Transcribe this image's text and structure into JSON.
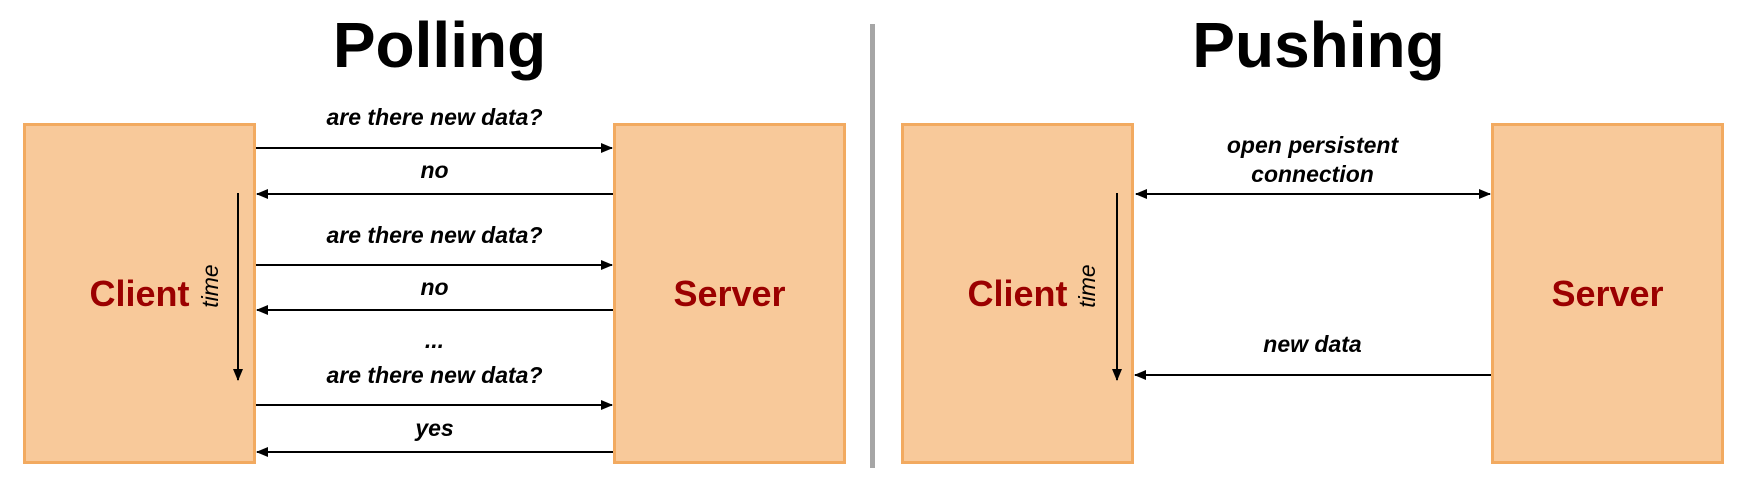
{
  "polling": {
    "title": "Polling",
    "client_label": "Client",
    "server_label": "Server",
    "time_label": "time",
    "messages": {
      "request_1": "are there new data?",
      "response_1": "no",
      "request_2": "are there new data?",
      "response_2": "no",
      "ellipsis": "...",
      "request_3": "are there new data?",
      "response_3": "yes"
    }
  },
  "pushing": {
    "title": "Pushing",
    "client_label": "Client",
    "server_label": "Server",
    "time_label": "time",
    "messages": {
      "connection_line1": "open persistent",
      "connection_line2": "connection",
      "push": "new data"
    }
  },
  "colors": {
    "box_fill": "#f8c99a",
    "box_border": "#f2aa60",
    "box_label": "#9b0000",
    "divider": "#a6a6a6"
  }
}
